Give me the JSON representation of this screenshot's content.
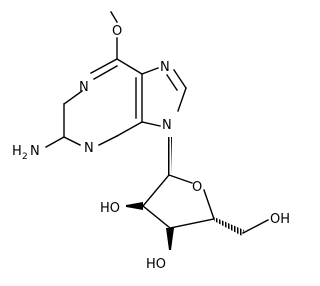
{
  "labels": {
    "methoxy_o": "O",
    "n1": "N",
    "n3": "N",
    "n7": "N",
    "n9": "N",
    "amine_n": "N",
    "amine_h": "H",
    "amine_sub": "2",
    "ring_o": "O",
    "oh_2prime": "HO",
    "oh_3prime": "HO",
    "oh_5prime": "OH"
  },
  "colors": {
    "ink": "#000000",
    "background": "#ffffff"
  }
}
